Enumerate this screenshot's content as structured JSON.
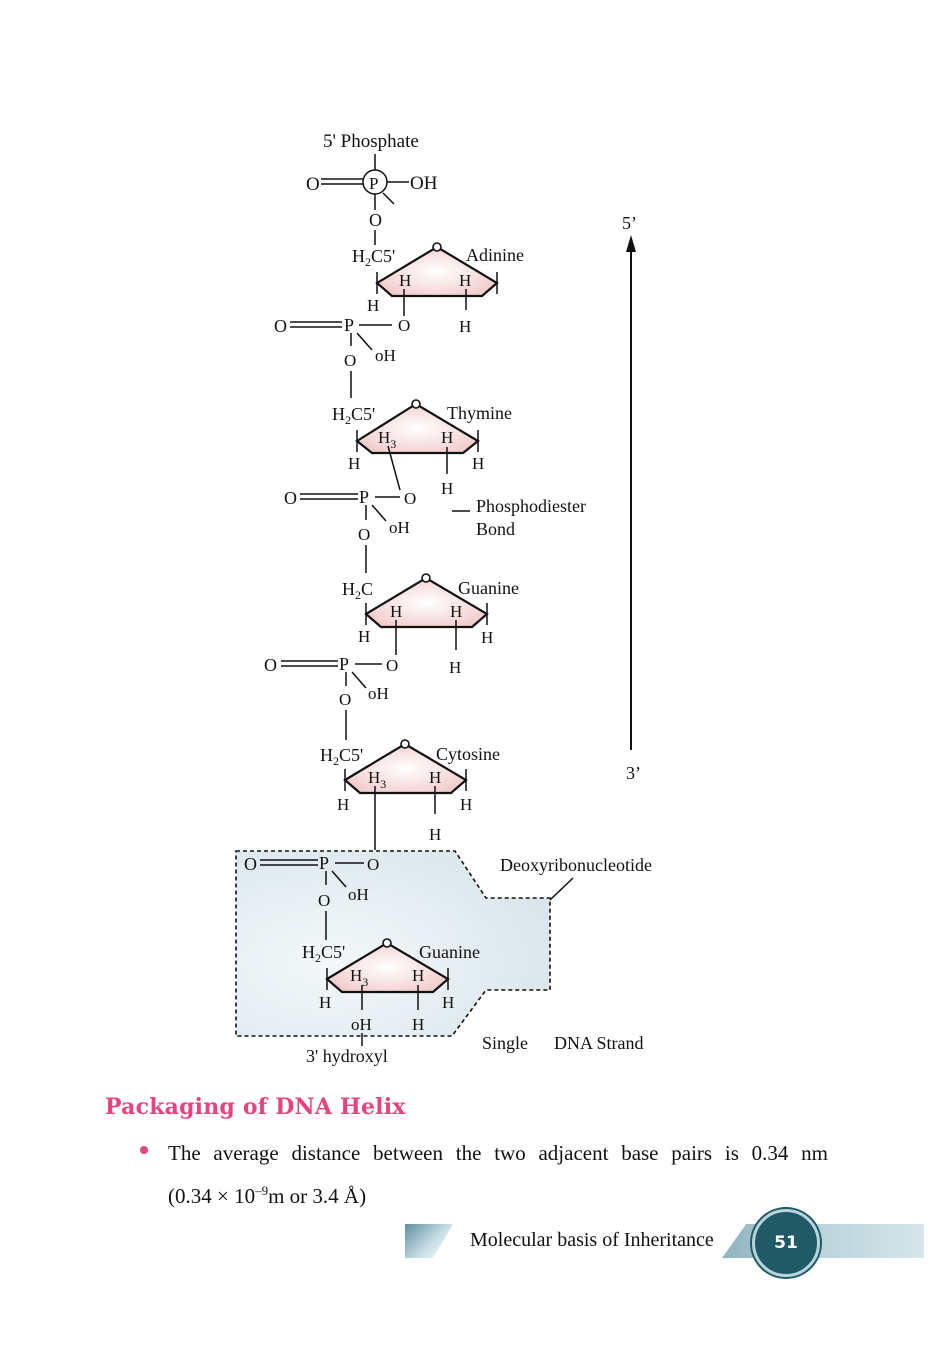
{
  "figure": {
    "top_label": "5' Phosphate",
    "bottom_label": "3' hydroxyl",
    "arrow_top": "5’",
    "arrow_bottom": "3’",
    "phosphate_p": "P",
    "atom_o": "O",
    "atom_oh_upper": "OH",
    "atom_oh": "oH",
    "atom_h": "H",
    "h3_main": "H",
    "h3_sub": "3",
    "h2c_main": "H",
    "h2c_sub": "2",
    "h2c_c5": "C5'",
    "h2c_c": "C",
    "bases": [
      "Adinine",
      "Thymine",
      "Guanine",
      "Cytosine",
      "Guanine"
    ],
    "phosphodiester_line1": "Phosphodiester",
    "phosphodiester_line2": "Bond",
    "deoxy_label": "Deoxyribonucleotide",
    "strand_word1": "Single",
    "strand_word2": "DNA Strand"
  },
  "section": {
    "heading": "Packaging of DNA Helix",
    "bullet_line1": "The average distance between the two adjacent base pairs is 0.34 nm",
    "bullet_line2_a": "(0.34 × 10",
    "bullet_line2_sup": "–9",
    "bullet_line2_b": "m or 3.4 Å)"
  },
  "footer": {
    "title": "Molecular basis of Inheritance",
    "page_number": "51"
  },
  "colors": {
    "accent": "#e8437f",
    "sugar_fill": "#f7d6d6",
    "box_fill": "#e3ecf0",
    "footer_dark": "#1f5a66"
  }
}
